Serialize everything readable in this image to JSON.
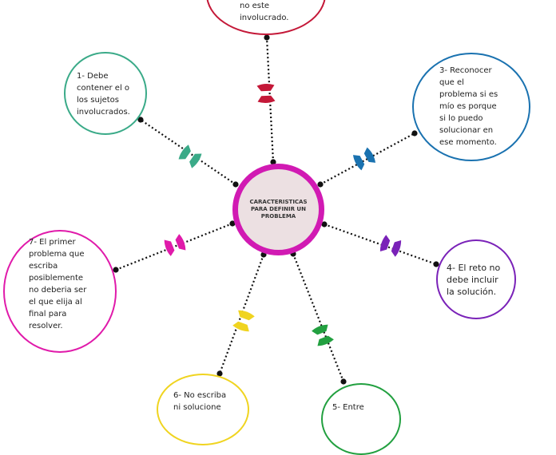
{
  "colors": {
    "line": "#111111",
    "center_border": "#d11ab3",
    "center_fill": "#ece0e2"
  },
  "center": {
    "text": "CARACTERISTICAS\nPARA DEFINIR UN\nPROBLEMA"
  },
  "nodes": [
    {
      "id": "top",
      "text": "no este\ninvolucrado.",
      "color": "#c41838"
    },
    {
      "id": "1",
      "text": "1- Debe\ncontener el o\nlos sujetos\ninvolucrados.",
      "color": "#3aaa88"
    },
    {
      "id": "3",
      "text": "3- Reconocer\nque el\nproblema si es\nmío es porque\nsi lo puedo\nsolucionar en\nese momento.",
      "color": "#1a72b0"
    },
    {
      "id": "4",
      "text": "4- El reto no\ndebe incluir\nla solución.",
      "color": "#7a22b8"
    },
    {
      "id": "7",
      "text": "7- El primer\nproblema que\nescriba\nposiblemente\nno deberia ser\nel que elija al\nfinal para\nresolver.",
      "color": "#e01aaa"
    },
    {
      "id": "6",
      "text": "6- No escriba\nni solucione",
      "color": "#f0d420"
    },
    {
      "id": "5",
      "text": "5- Entre",
      "color": "#22a040"
    }
  ]
}
